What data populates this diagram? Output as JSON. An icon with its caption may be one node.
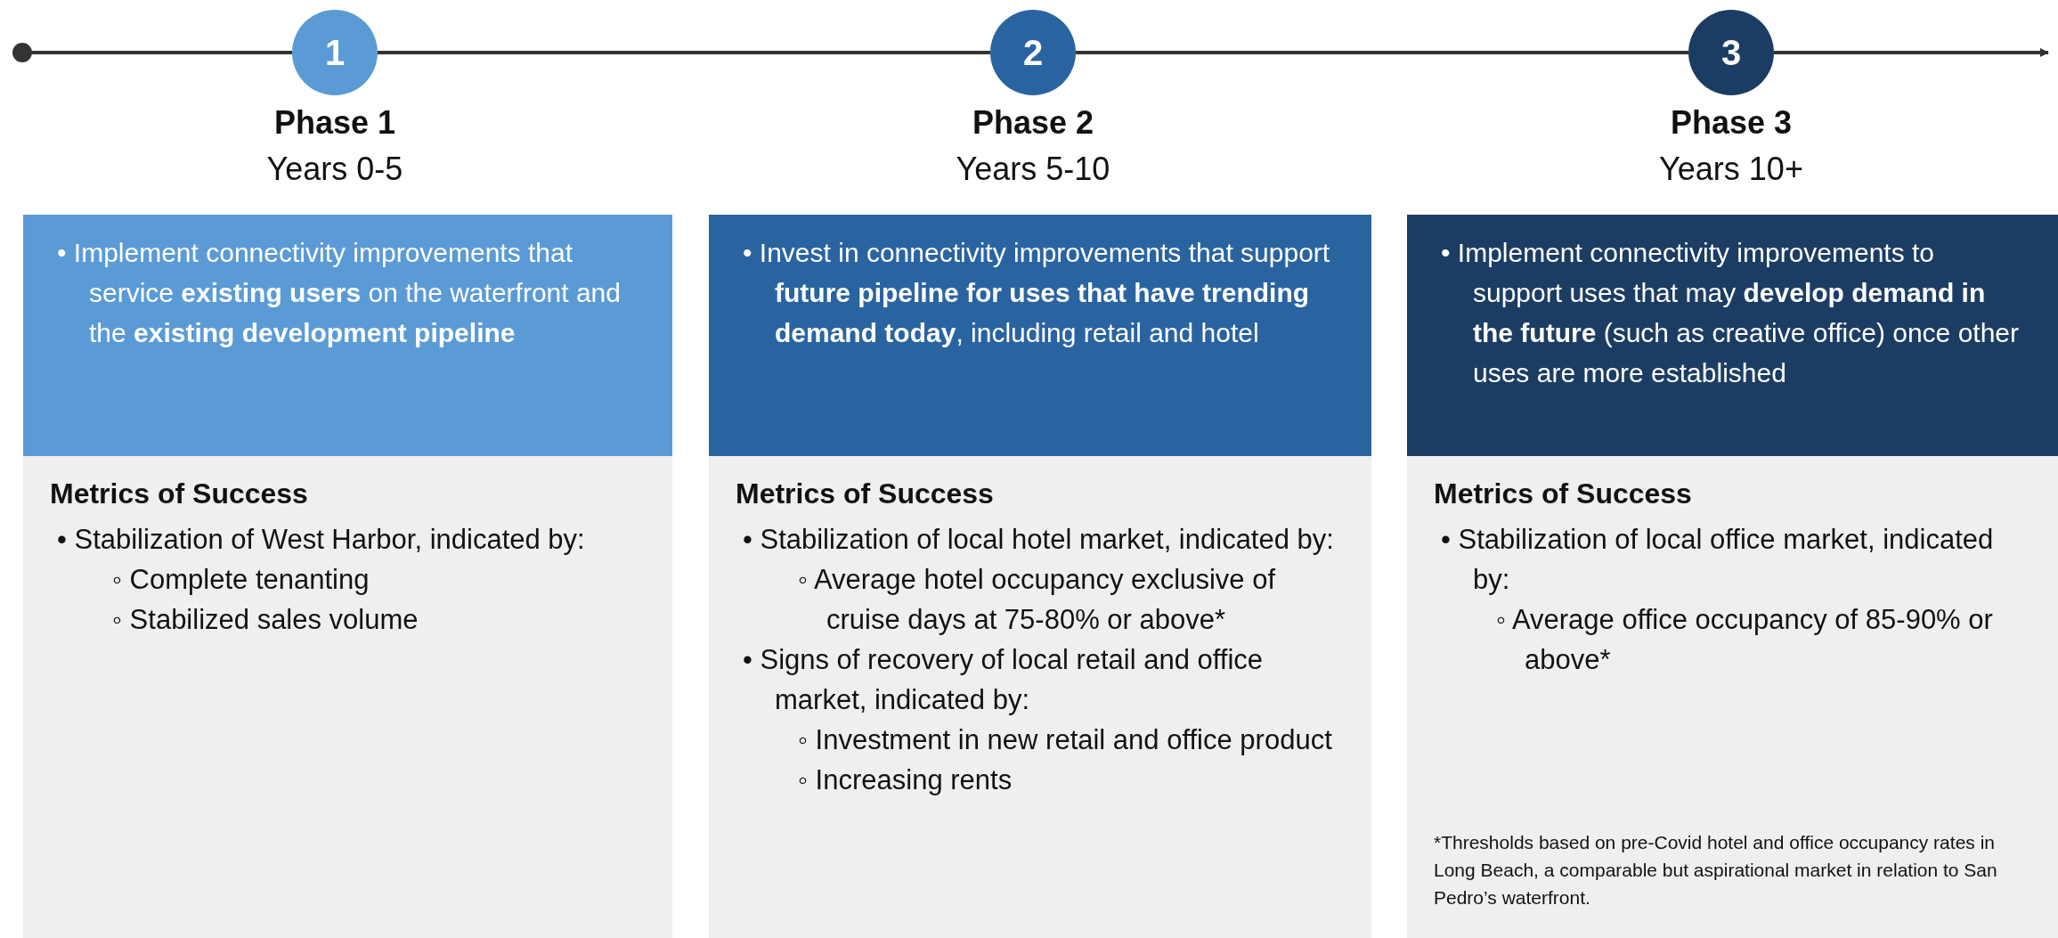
{
  "diagram": {
    "nodes": [
      {
        "text": [],
        "shape": "circle"
      },
      {
        "text": [
          "1"
        ],
        "beside": [
          "Phase 1",
          "Years 0-5"
        ]
      },
      {
        "text": [
          "• Implement connectivity improvements that service **existing users** on the waterfront and the **existing development pipeline**"
        ]
      },
      {
        "text": [
          "Metrics of Success",
          "• Stabilization of West Harbor, indicated by:",
          "◦ Complete tenanting",
          "◦ Stabilized sales volume"
        ]
      },
      {
        "text": [
          "2"
        ],
        "beside": [
          "Phase 2",
          "Years 5-10"
        ]
      },
      {
        "text": [
          "• Invest in connectivity improvements that support **future pipeline for uses that have trending demand today**, including retail and hotel"
        ]
      },
      {
        "text": [
          "Metrics of Success",
          "• Stabilization of local hotel market, indicated by:",
          "◦ Average hotel occupancy exclusive of cruise days at 75-80% or above*",
          "• Signs of recovery of local retail and office market, indicated by:",
          "◦ Investment in new retail and office product",
          "◦ Increasing rents"
        ]
      },
      {
        "text": [
          "3"
        ],
        "beside": [
          "Phase 3",
          "Years 10+"
        ]
      },
      {
        "text": [
          "• Implement connectivity improvements to support uses that may **develop demand in the future** (such as creative office) once other uses are more established"
        ]
      },
      {
        "text": [
          "Metrics of Success",
          "• Stabilization of local office market, indicated by:",
          "◦ Average office occupancy of 85-90% or above*",
          "*Thresholds based on pre-Covid hotel and office occupancy rates in Long Beach, a comparable but aspirational market in relation to San Pedro’s waterfront."
        ]
      }
    ],
    "edges": [
      {
        "from": 0,
        "to": 1,
        "arrow": "none"
      },
      {
        "from": 1,
        "to": 4,
        "arrow": "none"
      },
      {
        "from": 4,
        "to": 7,
        "arrow": "none"
      },
      {
        "from": 7,
        "to": null,
        "arrow": "to"
      }
    ]
  }
}
